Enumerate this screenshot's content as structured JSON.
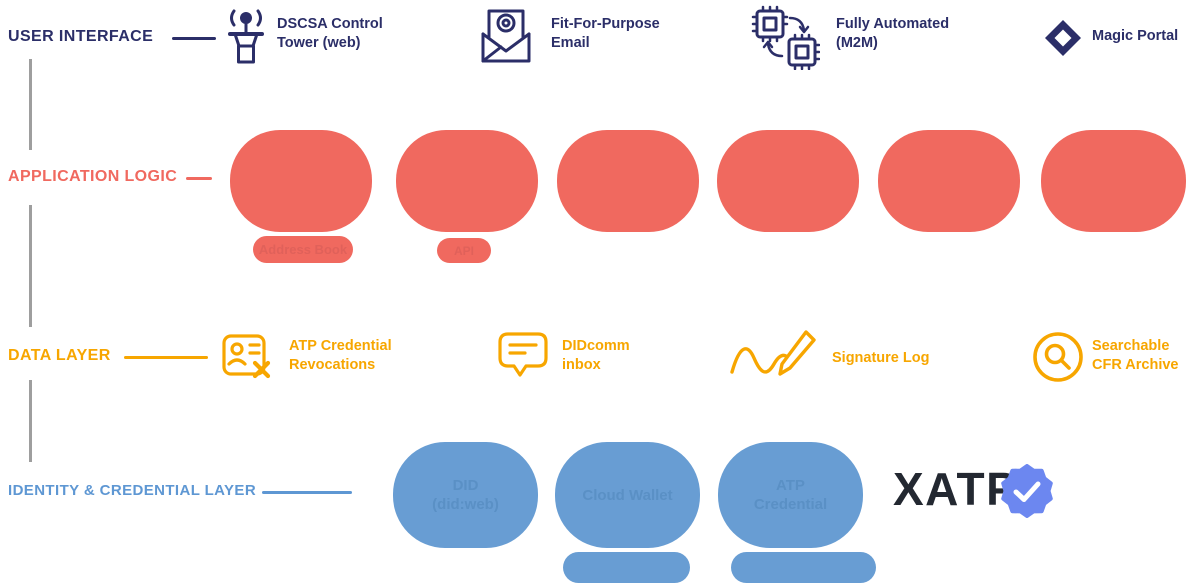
{
  "colors": {
    "navy": "#2b2e68",
    "coral": "#f0695f",
    "amber": "#f7a600",
    "blue": "#689dd3",
    "blue_label": "#5e97d3",
    "gray": "#9e9e9e",
    "xatp_dark": "#232831",
    "badge_blue": "#6c87f0",
    "faint_red": "#e0615a",
    "faint_blue": "#5a90c5"
  },
  "layers": {
    "user_interface": "USER INTERFACE",
    "application_logic": "APPLICATION LOGIC",
    "data_layer": "DATA LAYER",
    "identity_credential": "IDENTITY & CREDENTIAL LAYER"
  },
  "user_interface": {
    "items": [
      {
        "icon": "control-tower-icon",
        "line1": "DSCSA Control",
        "line2": "Tower (web)"
      },
      {
        "icon": "email-icon",
        "line1": "Fit-For-Purpose",
        "line2": "Email"
      },
      {
        "icon": "m2m-icon",
        "line1": "Fully Automated",
        "line2": "(M2M)"
      },
      {
        "icon": "magic-portal-icon",
        "line1": "Magic Portal",
        "line2": ""
      }
    ]
  },
  "application_logic": {
    "pill1_label": "Address Book",
    "pill2_label": "API"
  },
  "data_layer": {
    "items": [
      {
        "icon": "credential-revocation-icon",
        "line1": "ATP Credential",
        "line2": "Revocations"
      },
      {
        "icon": "didcomm-inbox-icon",
        "line1": "DIDcomm",
        "line2": "inbox"
      },
      {
        "icon": "signature-log-icon",
        "line1": "Signature Log",
        "line2": ""
      },
      {
        "icon": "search-archive-icon",
        "line1": "Searchable",
        "line2": "CFR Archive"
      }
    ]
  },
  "identity_credential": {
    "blob1_line1": "DID",
    "blob1_line2": "(did:web)",
    "blob2_line1": "Cloud Wallet",
    "blob2_line2": "",
    "blob3_line1": "ATP",
    "blob3_line2": "Credential",
    "brand": "XATP"
  }
}
